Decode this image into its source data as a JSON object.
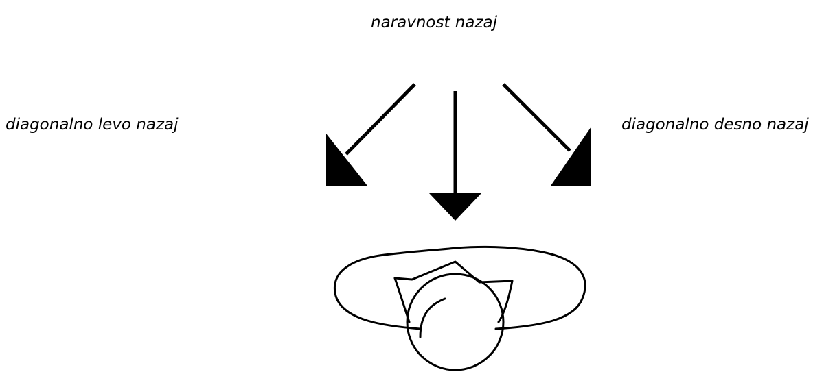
{
  "labels": {
    "straight_back": "naravnost nazaj",
    "diagonal_left_back": "diagonalno levo nazaj",
    "diagonal_right_back": "diagonalno desno nazaj"
  },
  "colors": {
    "ink": "#000000",
    "background": "#ffffff"
  }
}
